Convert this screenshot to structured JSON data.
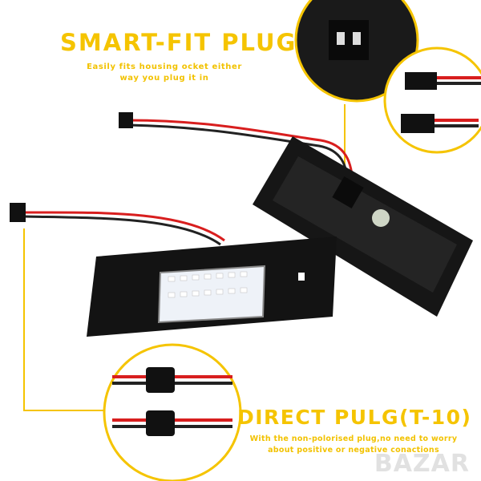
{
  "top_callout": {
    "title": "SMART-FIT PLUG",
    "line1": "Easily fits housing ocket either",
    "line2": "way you plug it in"
  },
  "bottom_callout": {
    "title": "DIRECT PULG(T-10)",
    "line1": "With the non-polorised plug,no need to worry",
    "line2": "about positive or negative conactions"
  },
  "watermark": "BAZAR",
  "colors": {
    "accent": "#f5c400",
    "product": "#111111",
    "wire_red": "#d81e1e"
  }
}
